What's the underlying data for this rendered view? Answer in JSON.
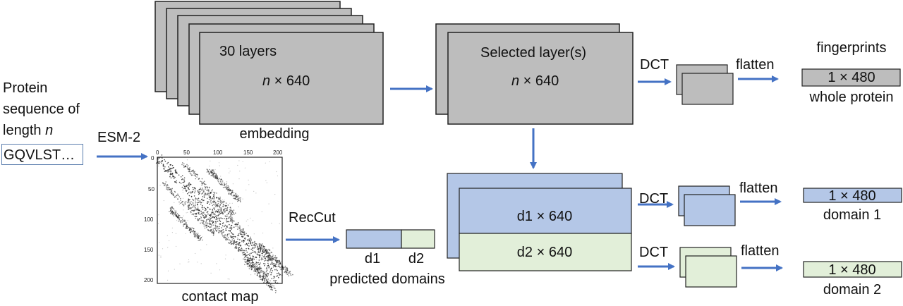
{
  "input": {
    "title_line1": "Protein",
    "title_line2": "sequence of",
    "title_line3_prefix": "length ",
    "title_line3_var": "n",
    "sequence": "GQVLST…"
  },
  "esm_label": "ESM-2",
  "embedding": {
    "layers_label": "30 layers",
    "dim_var": "n",
    "dim_rest": " × 640",
    "caption": "embedding"
  },
  "selected": {
    "title": "Selected layer(s)",
    "dim_var": "n",
    "dim_rest": " × 640"
  },
  "contact_map": {
    "caption": "contact map",
    "x_ticks": [
      "0",
      "50",
      "100",
      "150",
      "200"
    ],
    "y_ticks": [
      "0",
      "50",
      "100",
      "150",
      "200"
    ]
  },
  "reccut_label": "RecCut",
  "predicted": {
    "d1": "d1",
    "d2": "d2",
    "caption": "predicted domains"
  },
  "domain_blocks": {
    "d1_dim": "d1 × 640",
    "d2_dim": "d2 × 640"
  },
  "ops": {
    "dct": "DCT",
    "flatten": "flatten"
  },
  "outputs": {
    "header": "fingerprints",
    "whole_dim": "1 × 480",
    "whole_label": "whole protein",
    "domain1_dim": "1 × 480",
    "domain1_label": "domain 1",
    "domain2_dim": "1 × 480",
    "domain2_label": "domain 2"
  },
  "colors": {
    "gray_fill": "#bdbdbd",
    "blue_fill": "#b4c7e7",
    "green_fill": "#e2efd9",
    "arrow": "#4472c4",
    "outline": "#222222"
  }
}
